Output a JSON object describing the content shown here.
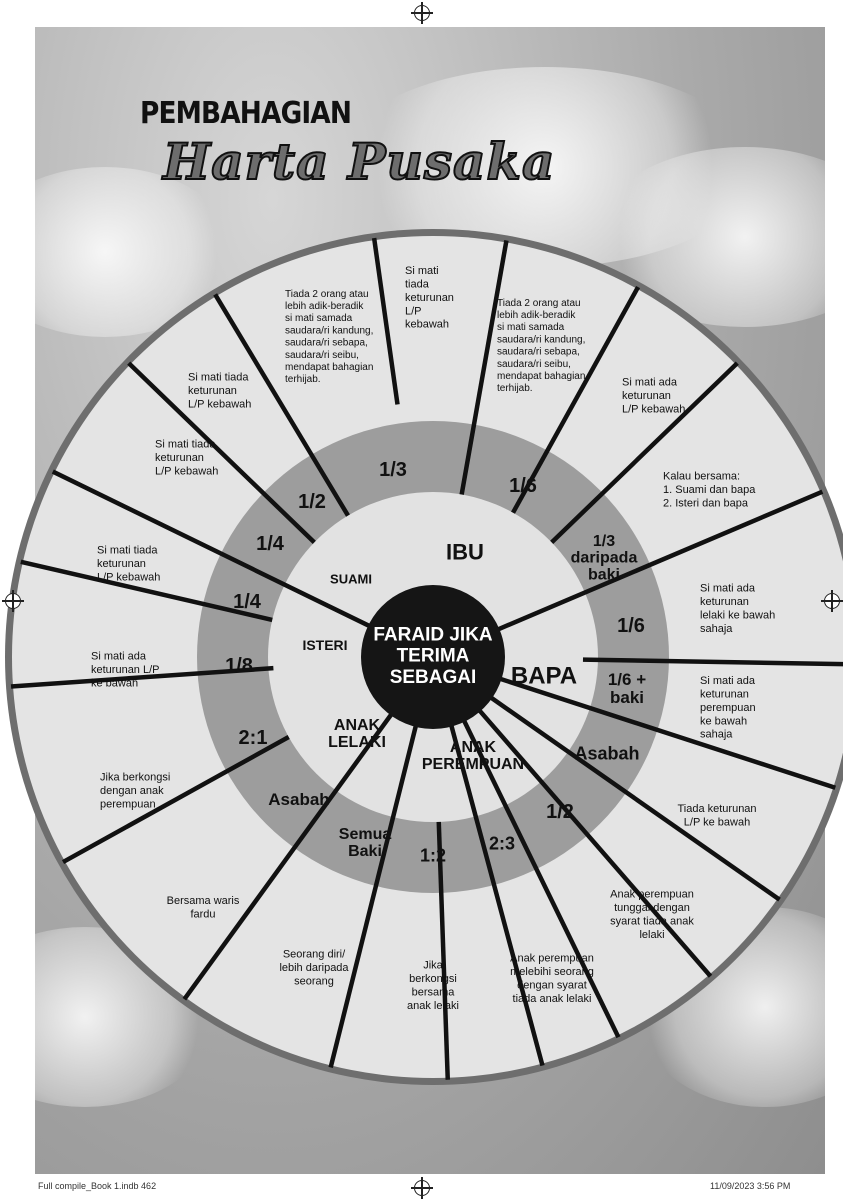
{
  "title": {
    "line1": "PEMBAHAGIAN",
    "line2": "Harta Pusaka"
  },
  "center_label": [
    "FARAID JIKA",
    "TERIMA",
    "SEBAGAI"
  ],
  "heirs": [
    {
      "id": "suami",
      "lines": [
        "SUAMI"
      ]
    },
    {
      "id": "ibu",
      "lines": [
        "IBU"
      ]
    },
    {
      "id": "isteri",
      "lines": [
        "ISTERI"
      ]
    },
    {
      "id": "bapa",
      "lines": [
        "BAPA"
      ]
    },
    {
      "id": "anak-lelaki",
      "lines": [
        "ANAK",
        "LELAKI"
      ]
    },
    {
      "id": "anak-perempuan",
      "lines": [
        "ANAK",
        "PEREMPUAN"
      ]
    }
  ],
  "shares": [
    {
      "id": "suami-half",
      "lines": [
        "1/2"
      ]
    },
    {
      "id": "ibu-third",
      "lines": [
        "1/3"
      ]
    },
    {
      "id": "ibu-sixth",
      "lines": [
        "1/6"
      ]
    },
    {
      "id": "ibu-third-baki",
      "lines": [
        "1/3",
        "daripada",
        "baki"
      ]
    },
    {
      "id": "bapa-sixth",
      "lines": [
        "1/6"
      ]
    },
    {
      "id": "bapa-sixth-baki",
      "lines": [
        "1/6 +",
        "baki"
      ]
    },
    {
      "id": "bapa-asabah",
      "lines": [
        "Asabah"
      ]
    },
    {
      "id": "ap-half",
      "lines": [
        "1/2"
      ]
    },
    {
      "id": "ap-two-thirds",
      "lines": [
        "2:3"
      ]
    },
    {
      "id": "ap-one-two",
      "lines": [
        "1:2"
      ]
    },
    {
      "id": "al-semua-baki",
      "lines": [
        "Semua",
        "Baki"
      ]
    },
    {
      "id": "al-asabah",
      "lines": [
        "Asabah"
      ]
    },
    {
      "id": "al-two-one",
      "lines": [
        "2:1"
      ]
    },
    {
      "id": "isteri-eighth",
      "lines": [
        "1/8"
      ]
    },
    {
      "id": "isteri-quarter",
      "lines": [
        "1/4"
      ]
    },
    {
      "id": "suami-quarter",
      "lines": [
        "1/4"
      ]
    }
  ],
  "conditions": [
    {
      "id": "suami-half-cond",
      "lines": [
        "Si mati tiada",
        "keturunan",
        "L/P kebawah"
      ]
    },
    {
      "id": "ibu-third-cond-a",
      "lines": [
        "Tiada 2 orang atau",
        "lebih adik-beradik",
        "si mati samada",
        "saudara/ri kandung,",
        "saudara/ri sebapa,",
        "saudara/ri seibu,",
        "mendapat bahagian",
        "terhijab."
      ]
    },
    {
      "id": "ibu-third-cond-b",
      "lines": [
        "Si mati",
        "tiada",
        "keturunan",
        "L/P",
        "kebawah"
      ]
    },
    {
      "id": "ibu-sixth-cond-a",
      "lines": [
        "Tiada 2 orang atau",
        "lebih adik-beradik",
        "si mati samada",
        "saudara/ri kandung,",
        "saudara/ri sebapa,",
        "saudara/ri seibu,",
        "mendapat bahagian",
        "terhijab."
      ]
    },
    {
      "id": "ibu-sixth-cond-b",
      "lines": [
        "Si mati ada",
        "keturunan",
        "L/P kebawah"
      ]
    },
    {
      "id": "ibu-baki-cond",
      "lines": [
        "Kalau bersama:",
        "1. Suami dan bapa",
        "2. Isteri dan bapa"
      ]
    },
    {
      "id": "bapa-sixth-cond",
      "lines": [
        "Si mati ada",
        "keturunan",
        "lelaki ke bawah",
        "sahaja"
      ]
    },
    {
      "id": "bapa-baki-cond",
      "lines": [
        "Si mati ada",
        "keturunan",
        "perempuan",
        "ke bawah",
        "sahaja"
      ]
    },
    {
      "id": "bapa-asabah-cond",
      "lines": [
        "Tiada keturunan",
        "L/P ke bawah"
      ]
    },
    {
      "id": "ap-half-cond",
      "lines": [
        "Anak perempuan",
        "tunggal dengan",
        "syarat tiada anak",
        "lelaki"
      ]
    },
    {
      "id": "ap-two-thirds-cond",
      "lines": [
        "Anak perempuan",
        "melebihi seorang",
        "dengan syarat",
        "tiada anak lelaki"
      ]
    },
    {
      "id": "ap-one-two-cond",
      "lines": [
        "Jika",
        "berkongsi",
        "bersama",
        "anak lelaki"
      ]
    },
    {
      "id": "al-semua-baki-cond",
      "lines": [
        "Seorang diri/",
        "lebih daripada",
        "seorang"
      ]
    },
    {
      "id": "al-asabah-cond",
      "lines": [
        "Bersama waris",
        "fardu"
      ]
    },
    {
      "id": "al-two-one-cond",
      "lines": [
        "Jika berkongsi",
        "dengan anak",
        "perempuan"
      ]
    },
    {
      "id": "isteri-eighth-cond",
      "lines": [
        "Si mati ada",
        "keturunan L/P",
        "ke bawah"
      ]
    },
    {
      "id": "isteri-quarter-cond",
      "lines": [
        "Si mati tiada",
        "keturunan",
        "L/P kebawah"
      ]
    },
    {
      "id": "suami-quarter-cond",
      "lines": [
        "Si mati tiada",
        "keturunan",
        "L/P kebawah"
      ]
    }
  ],
  "footer": {
    "left": "Full compile_Book 1.indb   462",
    "right": "11/09/2023   3:56 PM"
  },
  "colors": {
    "outer_ring": "#e4e4e4",
    "share_ring": "#9d9d9d",
    "heir_disc": "#e2e2e2",
    "center_disc": "#151515",
    "divider": "#111111"
  }
}
